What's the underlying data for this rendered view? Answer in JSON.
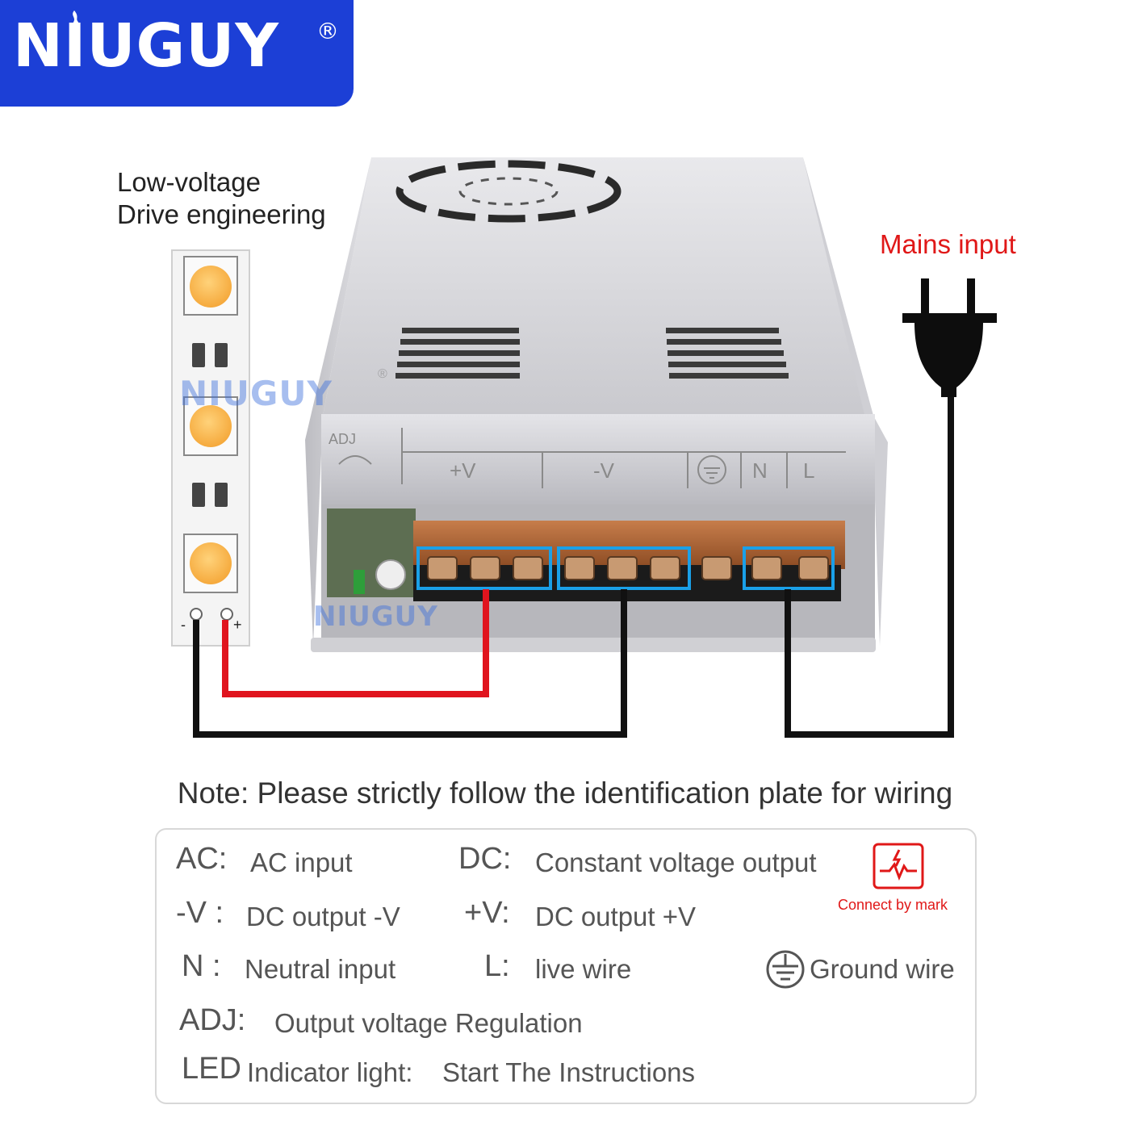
{
  "brand": {
    "name": "NIUGUY",
    "reg": "®"
  },
  "labels": {
    "low_voltage_line1": "Low-voltage",
    "low_voltage_line2": "Drive engineering",
    "mains_input": "Mains input"
  },
  "psu_plate": {
    "adj": "ADJ",
    "plus_v": "+V",
    "minus_v": "-V",
    "n": "N",
    "l": "L"
  },
  "strip": {
    "minus": "-",
    "plus": "+"
  },
  "watermark": "NIUGUY",
  "note": "Note: Please strictly follow the identification plate for wiring",
  "legend": {
    "ac_key": "AC:",
    "ac_val": "AC input",
    "dc_key": "DC:",
    "dc_val": "Constant voltage output",
    "mv_key": "-V :",
    "mv_val": "DC output  -V",
    "pv_key": "+V:",
    "pv_val": "DC output +V",
    "n_key": "N :",
    "n_val": "Neutral input",
    "l_key": "L:",
    "l_val": "live wire",
    "ground_val": "Ground wire",
    "adj_key": "ADJ:",
    "adj_val": "Output voltage Regulation",
    "led_key": "LED",
    "led_mid": "Indicator light:",
    "led_val": "Start The Instructions",
    "mark_caption": "Connect by mark"
  },
  "colors": {
    "brand_blue": "#1c3fd6",
    "mains_red": "#e01818",
    "wire_red": "#e0141e",
    "wire_black": "#111111",
    "terminal_box": "#1aa0e8",
    "led_yellow": "#f9b84e"
  },
  "icons": [
    "flame-icon",
    "plug-icon",
    "ground-icon",
    "connect-mark-icon",
    "fan-icon"
  ]
}
